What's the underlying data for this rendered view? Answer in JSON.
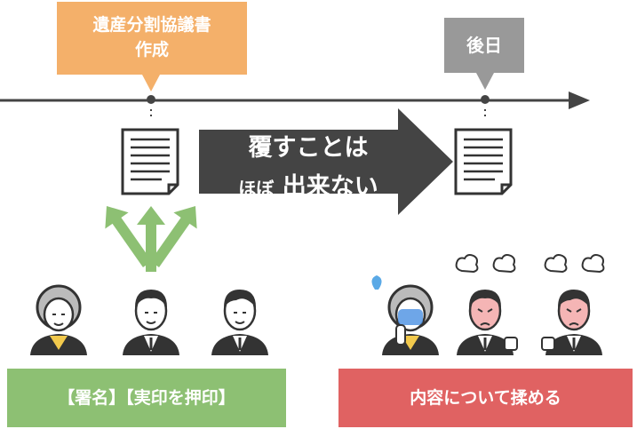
{
  "callouts": {
    "left": {
      "line1": "遺産分割協議書",
      "line2": "作成"
    },
    "right": {
      "label": "後日"
    }
  },
  "arrow": {
    "line1": "覆すことは",
    "line2_small": "ほぼ",
    "line2_main": " 出来ない"
  },
  "bars": {
    "left": "【署名】【実印を押印】",
    "right": "内容について揉める"
  },
  "colors": {
    "orange": "#f4b06a",
    "gray": "#999999",
    "green": "#8dc073",
    "red": "#e06262",
    "dark": "#444444"
  },
  "icons": [
    "document-icon",
    "person-elder-woman-icon",
    "person-man-icon",
    "person-angry-icon",
    "person-worried-icon"
  ]
}
